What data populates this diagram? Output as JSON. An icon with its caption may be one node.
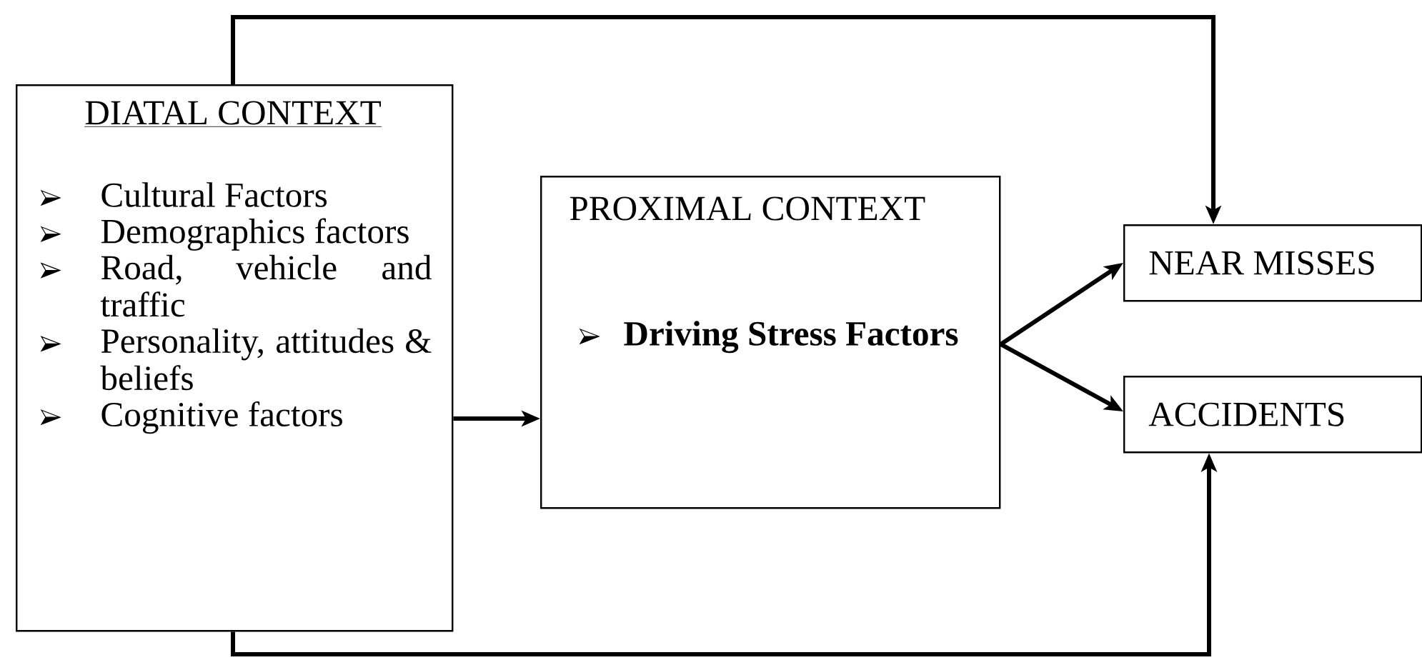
{
  "diagram": {
    "nodes": [
      {
        "text": [
          "DIATAL CONTEXT",
          "Cultural Factors",
          "Demographics factors",
          "Road, vehicle and traffic",
          "Personality, attitudes & beliefs",
          "Cognitive factors"
        ]
      },
      {
        "text": [
          "PROXIMAL CONTEXT",
          "Driving Stress Factors"
        ]
      },
      {
        "text": [
          "NEAR MISSES"
        ]
      },
      {
        "text": [
          "ACCIDENTS"
        ]
      }
    ],
    "edges": [
      {
        "from": 0,
        "to": 1,
        "arrow": "to"
      },
      {
        "from": 1,
        "to": 2,
        "arrow": "to"
      },
      {
        "from": 1,
        "to": 3,
        "arrow": "to"
      },
      {
        "from": 0,
        "to": 2,
        "arrow": "to"
      },
      {
        "from": 0,
        "to": 3,
        "arrow": "to"
      }
    ]
  }
}
